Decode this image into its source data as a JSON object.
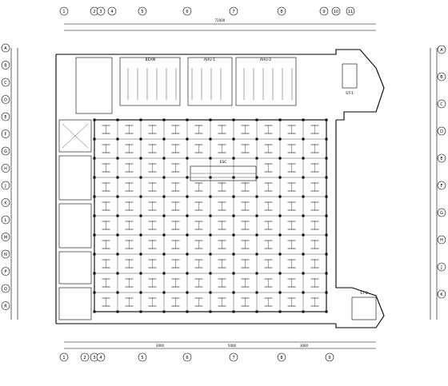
{
  "drawing": {
    "top_dimension_total": "72000",
    "bottom_dimension_values": [
      "3000",
      "5000",
      "3000"
    ],
    "labels": [
      {
        "key": "room_a",
        "text": "BEAM"
      },
      {
        "key": "room_b",
        "text": "AHU-1"
      },
      {
        "key": "room_c",
        "text": "AHU-2"
      },
      {
        "key": "escalator",
        "text": "ESC"
      },
      {
        "key": "stair_ne",
        "text": "ST-1"
      },
      {
        "key": "stair_se",
        "text": "ST-2"
      }
    ],
    "grid_top": [
      "1",
      "2",
      "3",
      "4",
      "5",
      "6",
      "7",
      "8",
      "9",
      "10",
      "11"
    ],
    "grid_left": [
      "A",
      "B",
      "C",
      "D",
      "E",
      "F",
      "G",
      "H",
      "J",
      "K",
      "L",
      "M",
      "N",
      "P",
      "Q",
      "R"
    ],
    "grid_right": [
      "A",
      "B",
      "C",
      "D",
      "E",
      "F",
      "G",
      "H",
      "J",
      "K"
    ]
  }
}
